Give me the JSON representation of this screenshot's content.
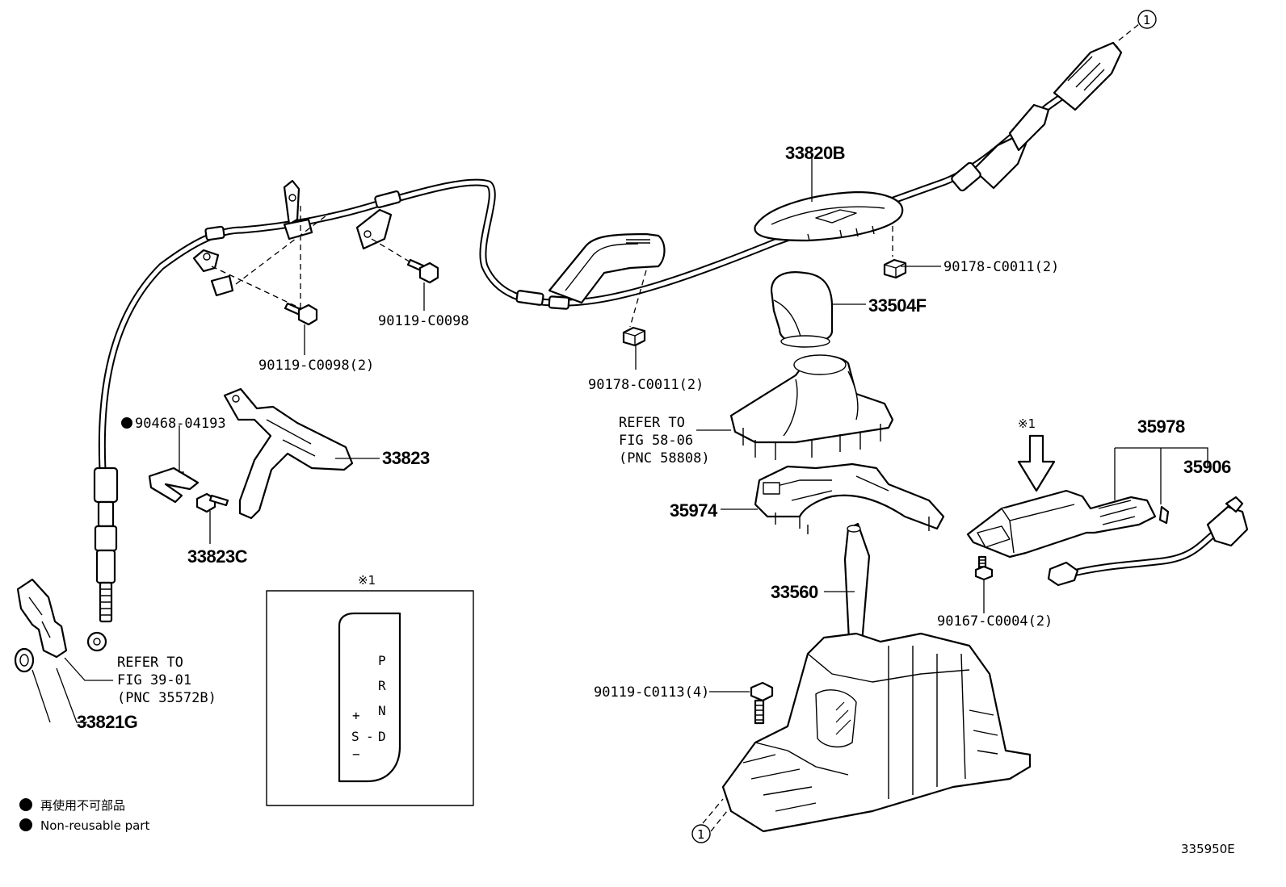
{
  "labels": {
    "p33820B": "33820B",
    "p90178_top": "90178-C0011(2)",
    "p90178_mid": "90178-C0011(2)",
    "p33504F": "33504F",
    "p90119_a": "90119-C0098",
    "p90119_b": "90119-C0098(2)",
    "p90468": "90468-04193",
    "p33823": "33823",
    "p33823C": "33823C",
    "p35974": "35974",
    "p33560": "33560",
    "p90119_c": "90119-C0113(4)",
    "p35978": "35978",
    "p35906": "35906",
    "p90167": "90167-C0004(2)",
    "p33821G": "33821G",
    "ref_console_1": "REFER TO",
    "ref_console_2": "FIG 58-06",
    "ref_console_3": "(PNC 58808)",
    "ref_cable_1": "REFER TO",
    "ref_cable_2": "FIG 39-01",
    "ref_cable_3": "(PNC 35572B)",
    "marker_1": "1",
    "marker_2": "1",
    "ref_mark_arrow": "※1",
    "ref_mark_box": "※1"
  },
  "legend": {
    "jp": "再使用不可部品",
    "en": "Non-reusable part"
  },
  "shift_gate": {
    "p": "P",
    "r": "R",
    "n": "N",
    "d": "D",
    "plus": "+",
    "s": "S",
    "dash": "-",
    "minus": "−"
  },
  "figure_id": "335950E"
}
